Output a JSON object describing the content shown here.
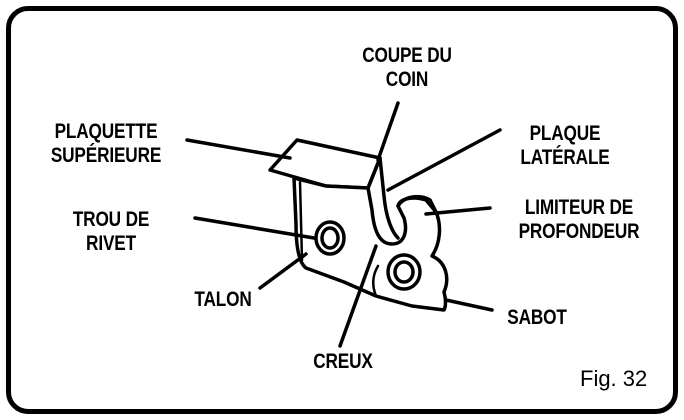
{
  "labels": {
    "coupe_du_coin": "COUPE DU\nCOIN",
    "plaquette_superieure": "PLAQUETTE\nSUPÉRIEURE",
    "plaque_laterale": "PLAQUE\nLATÉRALE",
    "trou_de_rivet": "TROU DE\nRIVET",
    "limiteur_de_profondeur": "LIMITEUR DE\nPROFONDEUR",
    "talon": "TALON",
    "sabot": "SABOT",
    "creux": "CREUX"
  },
  "figure_caption": "Fig. 32",
  "colors": {
    "ink": "#000000",
    "paper": "#ffffff"
  }
}
